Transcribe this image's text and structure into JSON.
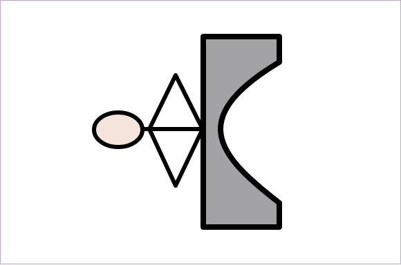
{
  "colors": {
    "background": "#ffffff",
    "frame_border": "#b9a9c2",
    "stroke": "#000000",
    "figure_head_fill": "#f4e4db",
    "mold_fill": "#a3a2a5"
  },
  "diagram": {
    "figure": {
      "head": "figure-head",
      "body": "figure-body-triangles"
    },
    "shape": "concave-block"
  }
}
